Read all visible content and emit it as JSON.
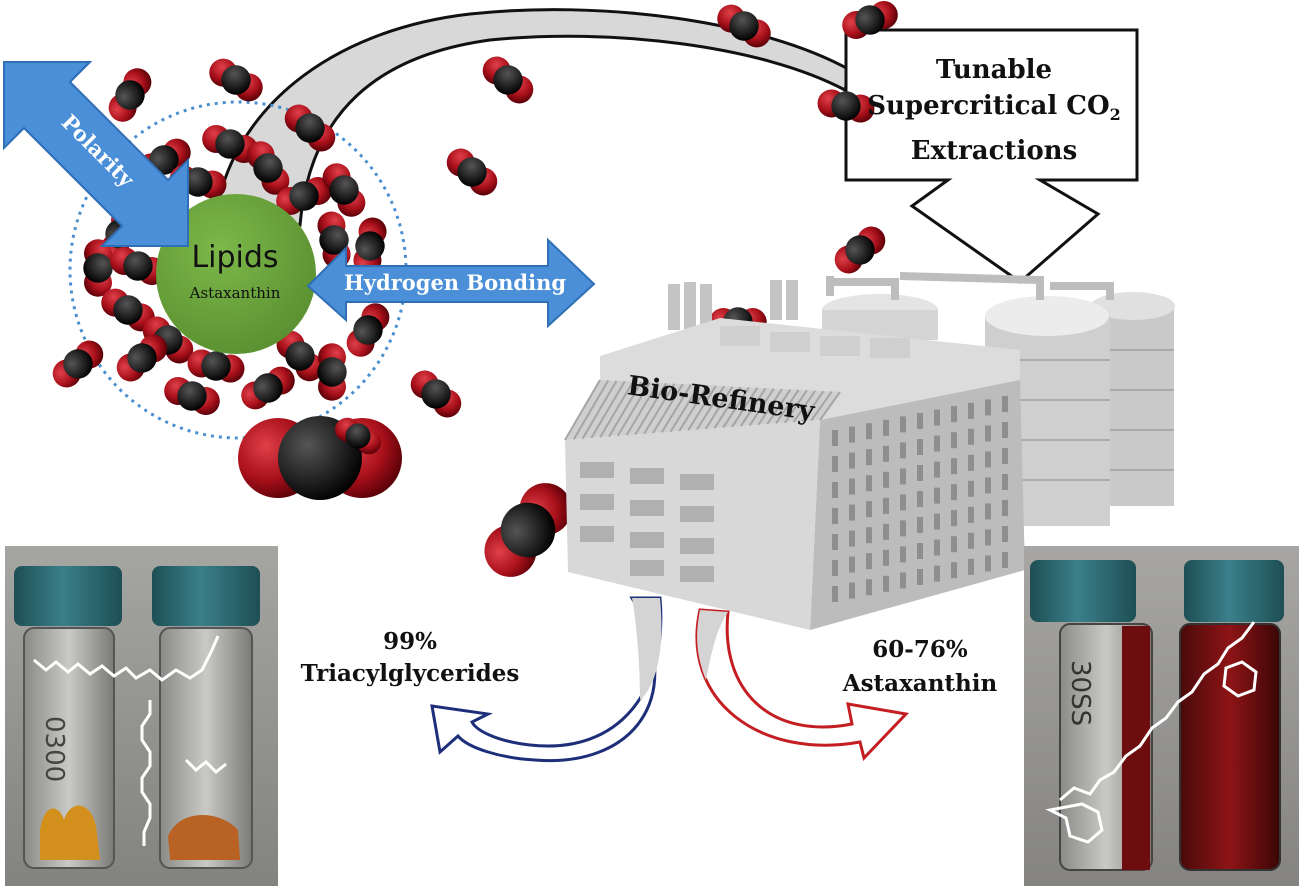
{
  "callout": {
    "line1": "Tunable",
    "line2_prefix": "Supercritical CO",
    "line2_sub": "2",
    "line3": "Extractions"
  },
  "core": {
    "title": "Lipids",
    "subtitle": "Astaxanthin"
  },
  "arrows": {
    "polarity": "Polarity",
    "hydrogen_bonding": "Hydrogen Bonding"
  },
  "building": {
    "label": "Bio-Refinery"
  },
  "outputs": {
    "tag": {
      "percent": "99%",
      "name": "Triacylglycerides"
    },
    "astaxanthin": {
      "percent": "60-76%",
      "name": "Astaxanthin"
    }
  },
  "colors": {
    "co2_oxygen": "#b0101a",
    "co2_carbon": "#1a1a1a",
    "lipid_sphere": "#6aa33a",
    "interaction_arrow": "#4a8fd8",
    "tag_stream": "#1e2f7a",
    "astaxanthin_stream": "#c41d22",
    "building": "#c8c8c8",
    "vial_cap": "#2f6c73"
  }
}
